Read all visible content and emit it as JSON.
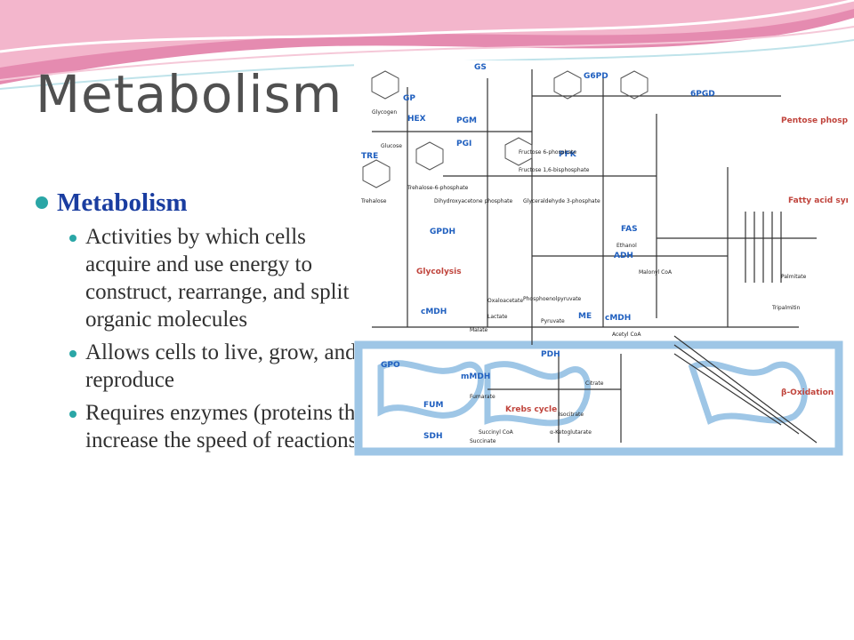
{
  "slide": {
    "title": "Metabolism",
    "bullet": "Metabolism",
    "sub_bullets": [
      {
        "text": "Activities by which cells acquire and use energy to construct, rearrange, and split organic molecules"
      },
      {
        "text": "Allows cells to live, grow, and reproduce"
      },
      {
        "text": "Requires enzymes (proteins that increase the speed of reactions)"
      }
    ]
  },
  "diagram": {
    "enzyme_labels": [
      "GS",
      "GP",
      "HEX",
      "PGM",
      "PGI",
      "TRE",
      "PFK",
      "G6PD",
      "6PGD",
      "GPDH",
      "FAS",
      "ADH",
      "cMDH",
      "ME",
      "cMDH",
      "PDH",
      "mMDH",
      "GPO",
      "FUM",
      "SDH"
    ],
    "region_labels": [
      "Pentose phosphate pathway",
      "Fatty acid synthesis",
      "Glycolysis",
      "Krebs cycle",
      "β-Oxidation"
    ],
    "metabolite_labels": [
      "Glycogen",
      "Glucose",
      "Trehalose",
      "Trehalose-6-phosphate",
      "Fructose 6-phosphate",
      "Fructose 1,6-bisphosphate",
      "Dihydroxyacetone phosphate",
      "Glyceraldehyde 3-phosphate",
      "Phosphoenolpyruvate",
      "Pyruvate",
      "Acetyl CoA",
      "Malonyl CoA",
      "Palmitate",
      "Tripalmitin",
      "Citrate",
      "Oxaloacetate",
      "Malate",
      "Fumarate",
      "Succinate",
      "Isocitrate",
      "α-Ketoglutarate",
      "Succinyl CoA",
      "Lactate",
      "Ethanol"
    ]
  },
  "colors": {
    "accent": "#2aa6a6",
    "bullet_text": "#1a3da0",
    "title_text": "#505050",
    "enzyme_blue": "#1f5fbf",
    "region_red": "#c0443c",
    "membrane": "#9ec6e6"
  }
}
